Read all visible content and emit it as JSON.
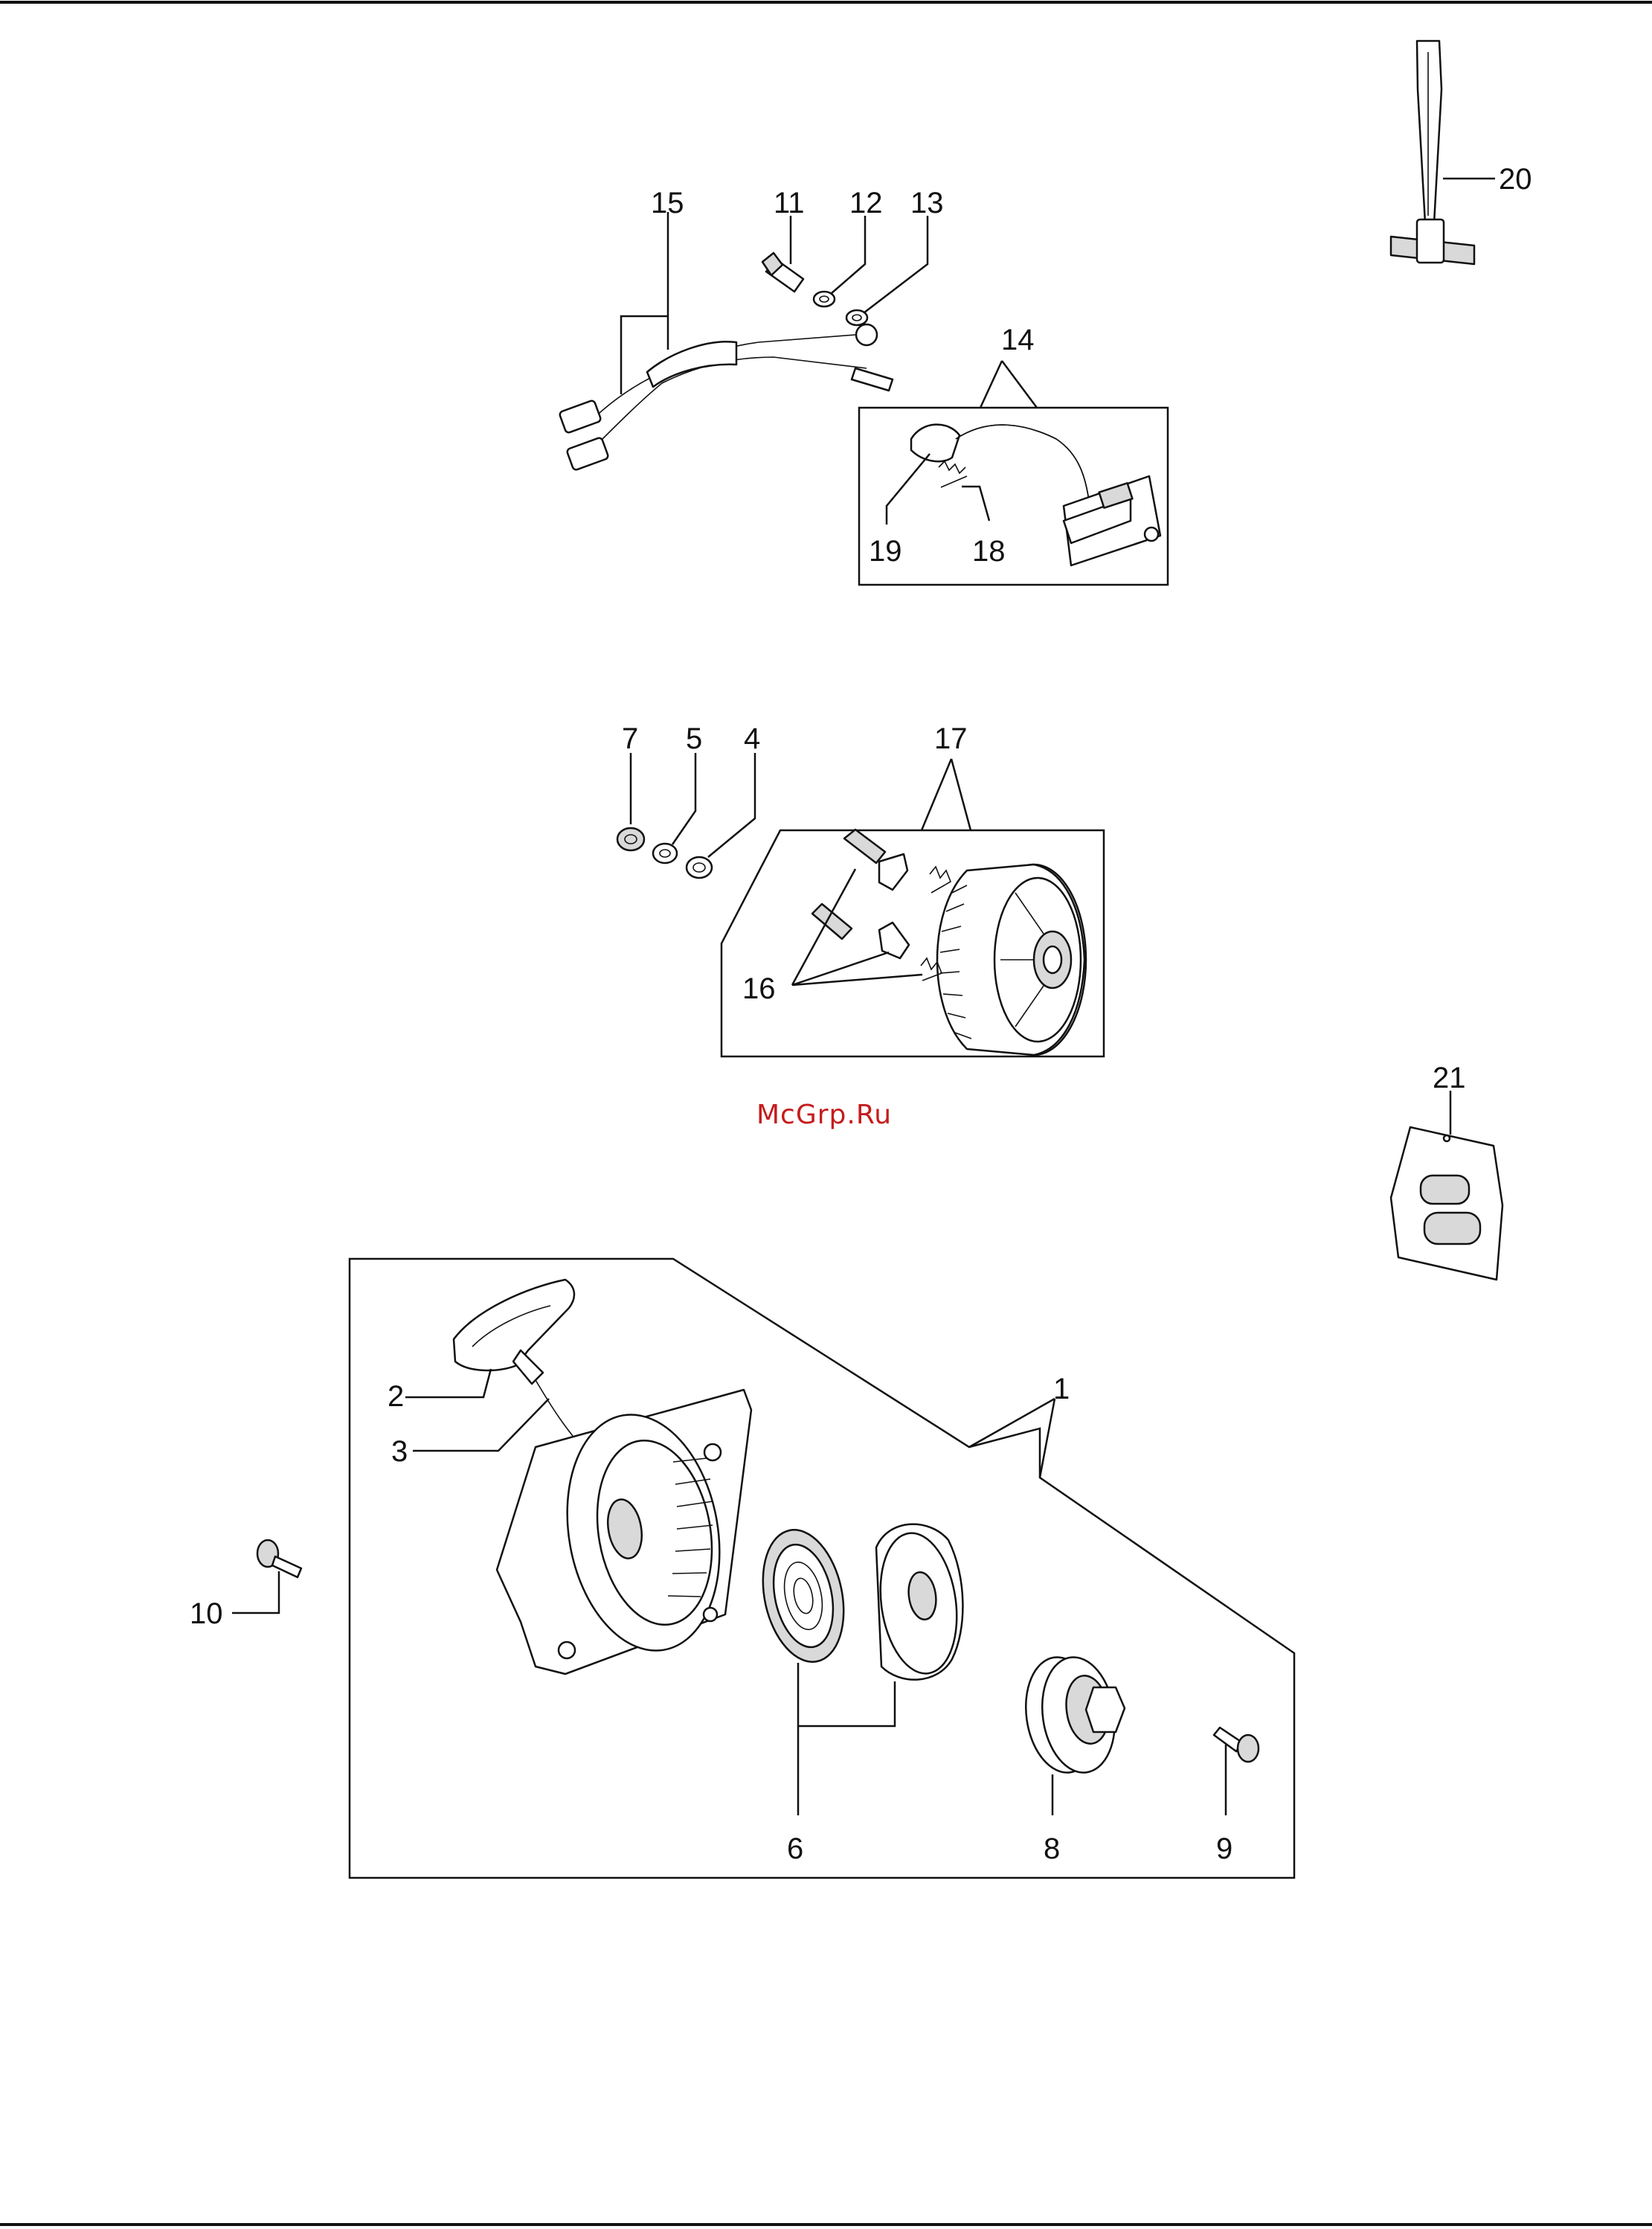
{
  "watermark": "McGrp.Ru",
  "callouts": {
    "p1": "1",
    "p2": "2",
    "p3": "3",
    "p4": "4",
    "p5": "5",
    "p6": "6",
    "p7": "7",
    "p8": "8",
    "p9": "9",
    "p10": "10",
    "p11": "11",
    "p12": "12",
    "p13": "13",
    "p14": "14",
    "p15": "15",
    "p16": "16",
    "p17": "17",
    "p18": "18",
    "p19": "19",
    "p20": "20",
    "p21": "21"
  }
}
